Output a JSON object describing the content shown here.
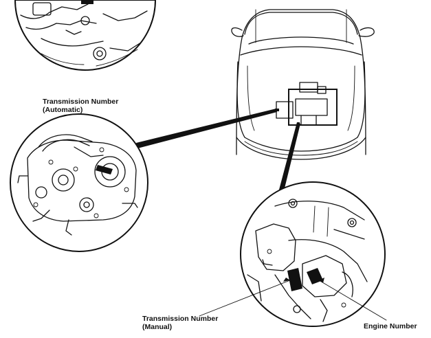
{
  "labels": {
    "automatic_line1": "Transmission Number",
    "automatic_line2": "(Automatic)",
    "manual_line1": "Transmission Number",
    "manual_line2": "(Manual)",
    "engine": "Engine Number"
  },
  "colors": {
    "ink": "#111111",
    "background": "#ffffff"
  }
}
